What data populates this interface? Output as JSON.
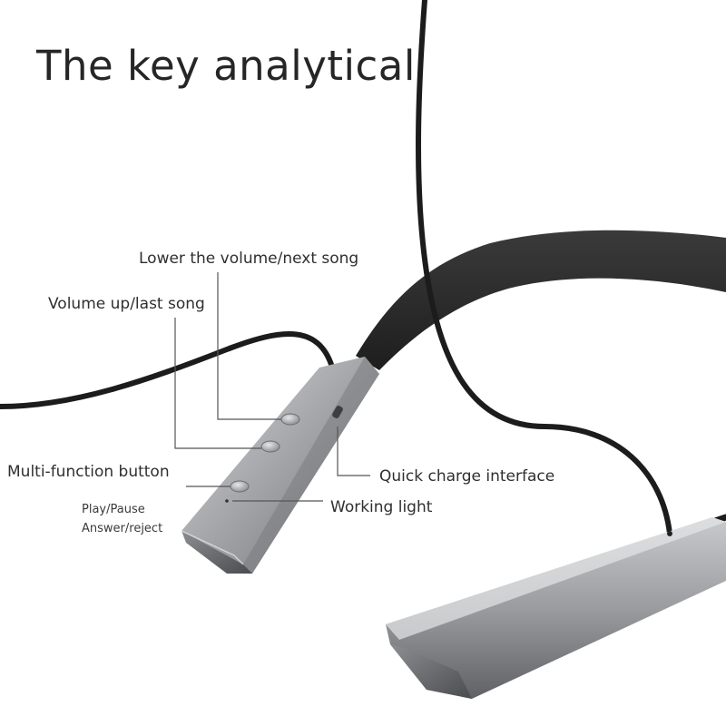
{
  "title": "The key analytical",
  "callouts": {
    "lower_volume": "Lower the volume/next song",
    "volume_up": "Volume up/last song",
    "multi_function": "Multi-function button",
    "play_pause": "Play/Pause",
    "answer_reject": "Answer/reject",
    "quick_charge": "Quick charge interface",
    "working_light": "Working light"
  },
  "colors": {
    "cable": "#1c1c1c",
    "band": "#2a2a2a",
    "metal": "#9ea0a3",
    "leader_line": "#555555"
  }
}
